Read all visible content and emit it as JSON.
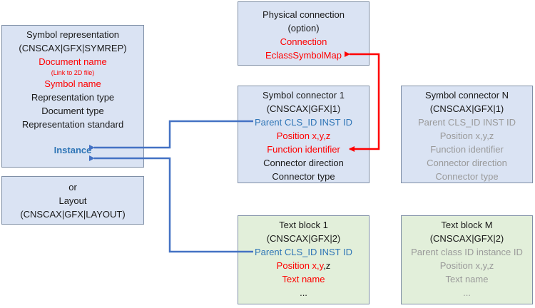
{
  "symbol_rep": {
    "title": "Symbol representation",
    "code": "(CNSCAX|GFX|SYMREP)",
    "document_name": "Document name",
    "link_note": "(Link to 2D file)",
    "symbol_name": "Symbol name",
    "rep_type": "Representation type",
    "doc_type": "Document type",
    "rep_standard": "Representation standard",
    "instance": "Instance"
  },
  "layout": {
    "or": "or",
    "title": "Layout",
    "code": "(CNSCAX|GFX|LAYOUT)"
  },
  "physical": {
    "title": "Physical connection",
    "option": "(option)",
    "connection": "Connection",
    "map": "EclassSymbolMap"
  },
  "connector1": {
    "title": "Symbol connector 1",
    "code": "(CNSCAX|GFX|1)",
    "parent": "Parent CLS_ID INST ID",
    "position": "Position x,y,z",
    "function": "Function identifier",
    "direction": "Connector direction",
    "type": "Connector type"
  },
  "connectorN": {
    "title": "Symbol connector N",
    "code": "(CNSCAX|GFX|1)",
    "parent": "Parent CLS_ID INST ID",
    "position": "Position x,y,z",
    "function": "Function identifier",
    "direction": "Connector direction",
    "type": "Connector type"
  },
  "text1": {
    "title": "Text block 1",
    "code": "(CNSCAX|GFX|2)",
    "parent": "Parent CLS_ID INST ID",
    "position_red": "Position x,y",
    "position_tail": ",z",
    "name": "Text name",
    "ellipsis": "..."
  },
  "textM": {
    "title": "Text block M",
    "code": "(CNSCAX|GFX|2)",
    "parent": "Parent class ID instance ID",
    "position": "Position x,y,z",
    "name": "Text name",
    "ellipsis": "..."
  },
  "colors": {
    "box_blue": "#dae3f3",
    "box_green": "#e2efda",
    "red": "#ff0000",
    "link_blue": "#2e75b6",
    "grey": "#9a9a9a",
    "arrow_blue": "#4472c4"
  }
}
